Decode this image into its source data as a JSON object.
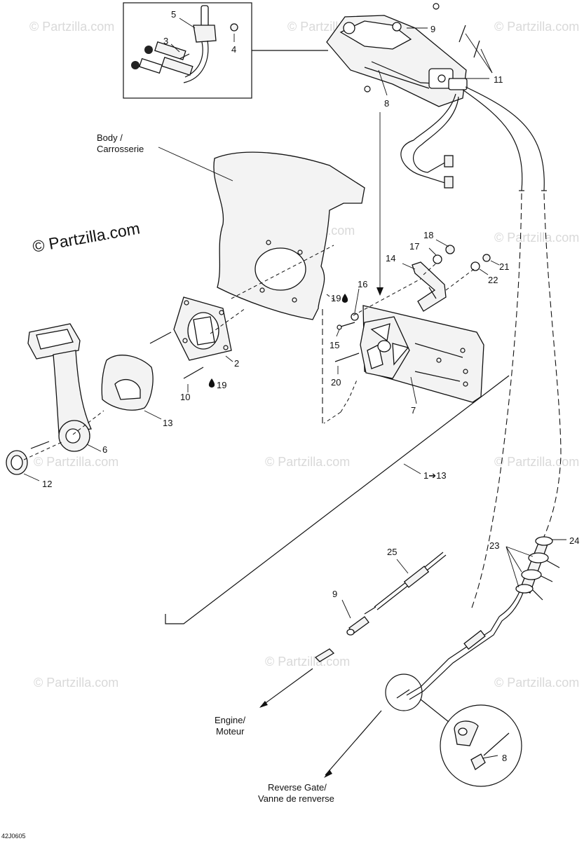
{
  "watermark": {
    "main": "© Partzilla.com",
    "faint": "© Partzilla.com"
  },
  "callouts": {
    "n1to13": "1➔13",
    "n2": "2",
    "n3": "3",
    "n4": "4",
    "n5": "5",
    "n6": "6",
    "n7": "7",
    "n8a": "8",
    "n8b": "8",
    "n9a": "9",
    "n9b": "9",
    "n10": "10",
    "n11": "11",
    "n12": "12",
    "n13": "13",
    "n14": "14",
    "n15": "15",
    "n16": "16",
    "n17": "17",
    "n18": "18",
    "n19a": "19",
    "n19b": "19",
    "n20": "20",
    "n21": "21",
    "n22": "22",
    "n23": "23",
    "n24": "24",
    "n25": "25"
  },
  "labels": {
    "body_line1": "Body /",
    "body_line2": "Carrosserie",
    "engine_line1": "Engine/",
    "engine_line2": "Moteur",
    "reverse_line1": "Reverse Gate/",
    "reverse_line2": "Vanne de renverse"
  },
  "diagram_code": "42J0605",
  "icons": {
    "drop": "oil-drop-icon"
  }
}
